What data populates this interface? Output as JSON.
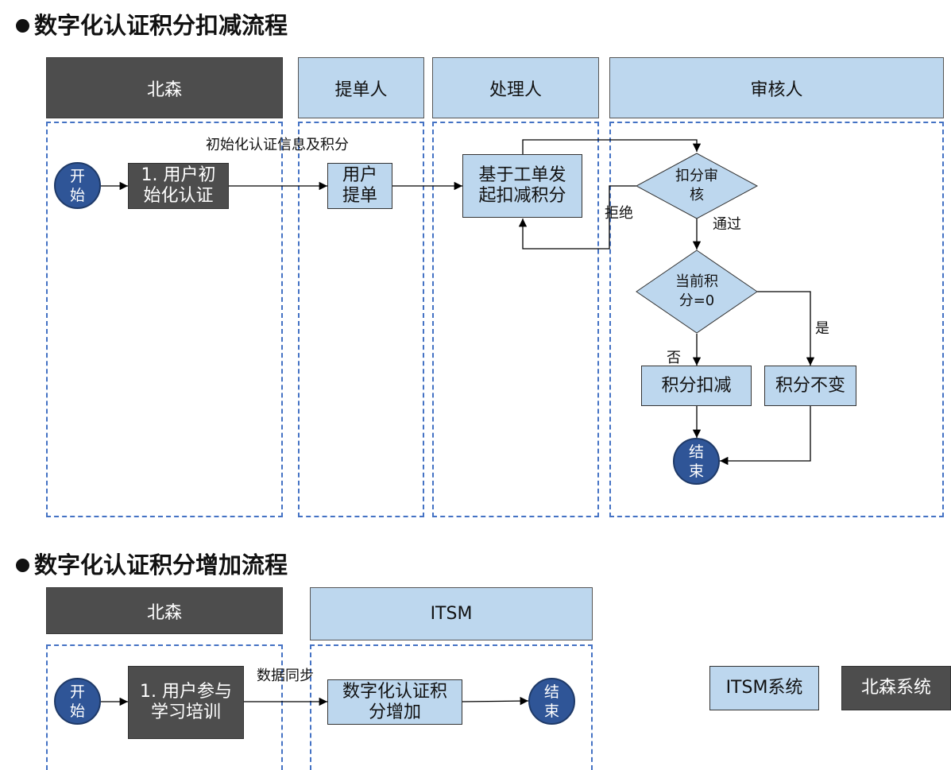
{
  "section1": {
    "title": "数字化认证积分扣减流程",
    "lanes": [
      "北森",
      "提单人",
      "处理人",
      "审核人"
    ],
    "nodes": {
      "start": "开\n始",
      "init_cert": "1. 用户初\n始化认证",
      "submit": "用户\n提单",
      "deduct_initiate": "基于工单发\n起扣减积分",
      "review": "扣分审\n核",
      "points_zero": "当前积\n分=0",
      "deduct": "积分扣减",
      "unchanged": "积分不变",
      "end": "结\n束"
    },
    "edge_labels": {
      "init_info": "初始化认证信息及积分",
      "reject": "拒绝",
      "pass": "通过",
      "yes": "是",
      "no": "否"
    }
  },
  "section2": {
    "title": "数字化认证积分增加流程",
    "lanes": [
      "北森",
      "ITSM"
    ],
    "nodes": {
      "start": "开\n始",
      "training": "1. 用户参与\n学习培训",
      "increase": "数字化认证积\n分增加",
      "end": "结\n束"
    },
    "edge_labels": {
      "sync": "数据同步"
    }
  },
  "legend": {
    "itsm": "ITSM系统",
    "beisen": "北森系统"
  },
  "colors": {
    "dark_fill": "#4d4d4d",
    "light_fill": "#bdd7ee",
    "circle_fill": "#2f5597",
    "lane_border": "#4472c4"
  }
}
